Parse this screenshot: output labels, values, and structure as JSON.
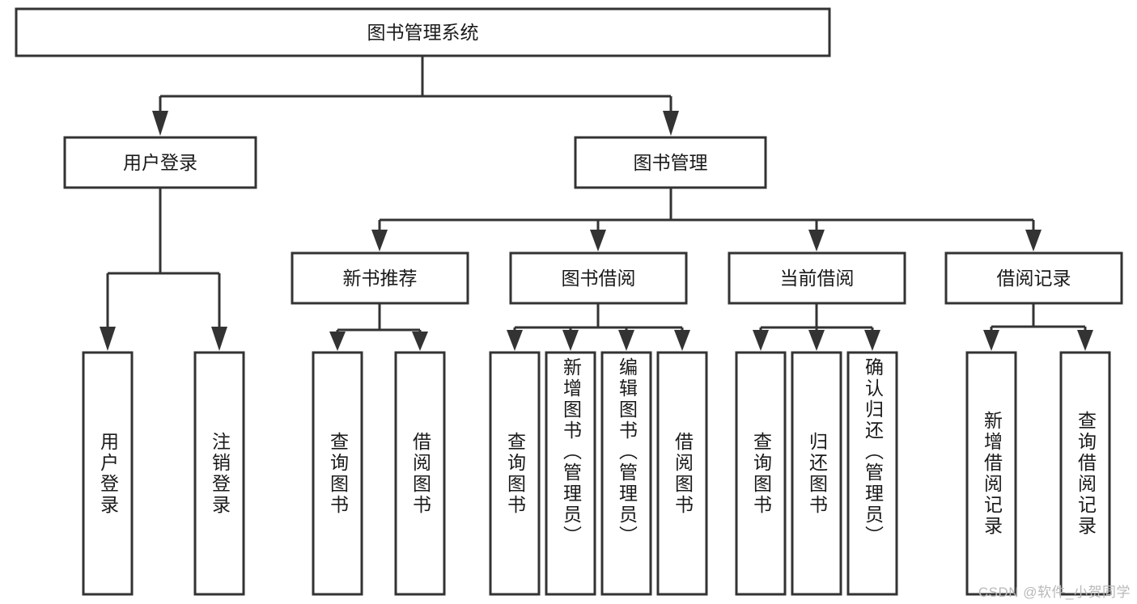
{
  "diagram": {
    "type": "tree-hierarchy",
    "title": "图书管理系统",
    "watermark": "CSDN @软件_小贺同学",
    "colors": {
      "stroke": "#333333",
      "fill": "#ffffff",
      "text": "#1a1a1a",
      "watermark": "#b9b9b9"
    },
    "levels": [
      {
        "level": 1,
        "nodes": [
          {
            "id": "root",
            "label": "图书管理系统",
            "orientation": "horizontal"
          }
        ]
      },
      {
        "level": 2,
        "nodes": [
          {
            "id": "user-login",
            "label": "用户登录",
            "orientation": "horizontal",
            "parent": "root"
          },
          {
            "id": "book-manage",
            "label": "图书管理",
            "orientation": "horizontal",
            "parent": "root"
          }
        ]
      },
      {
        "level": 3,
        "nodes": [
          {
            "id": "new-book-rec",
            "label": "新书推荐",
            "orientation": "horizontal",
            "parent": "book-manage"
          },
          {
            "id": "book-borrow",
            "label": "图书借阅",
            "orientation": "horizontal",
            "parent": "book-manage"
          },
          {
            "id": "current-borrow",
            "label": "当前借阅",
            "orientation": "horizontal",
            "parent": "book-manage"
          },
          {
            "id": "borrow-record",
            "label": "借阅记录",
            "orientation": "horizontal",
            "parent": "book-manage"
          }
        ]
      },
      {
        "level": 4,
        "nodes": [
          {
            "id": "leaf-user-login",
            "label": "用户登录",
            "orientation": "vertical",
            "parent": "user-login"
          },
          {
            "id": "leaf-user-logout",
            "label": "注销登录",
            "orientation": "vertical",
            "parent": "user-login"
          },
          {
            "id": "leaf-query-book-1",
            "label": "查询图书",
            "orientation": "vertical",
            "parent": "new-book-rec"
          },
          {
            "id": "leaf-borrow-book-1",
            "label": "借阅图书",
            "orientation": "vertical",
            "parent": "new-book-rec"
          },
          {
            "id": "leaf-query-book-2",
            "label": "查询图书",
            "orientation": "vertical",
            "parent": "book-borrow"
          },
          {
            "id": "leaf-add-book",
            "label": "新增图书（管理员）",
            "orientation": "vertical",
            "parent": "book-borrow"
          },
          {
            "id": "leaf-edit-book",
            "label": "编辑图书（管理员）",
            "orientation": "vertical",
            "parent": "book-borrow"
          },
          {
            "id": "leaf-borrow-book-2",
            "label": "借阅图书",
            "orientation": "vertical",
            "parent": "book-borrow"
          },
          {
            "id": "leaf-query-book-3",
            "label": "查询图书",
            "orientation": "vertical",
            "parent": "current-borrow"
          },
          {
            "id": "leaf-return-book",
            "label": "归还图书",
            "orientation": "vertical",
            "parent": "current-borrow"
          },
          {
            "id": "leaf-confirm-return",
            "label": "确认归还（管理员）",
            "orientation": "vertical",
            "parent": "current-borrow"
          },
          {
            "id": "leaf-add-record",
            "label": "新增借阅记录",
            "orientation": "vertical",
            "parent": "borrow-record"
          },
          {
            "id": "leaf-query-record",
            "label": "查询借阅记录",
            "orientation": "vertical",
            "parent": "borrow-record"
          }
        ]
      }
    ]
  }
}
